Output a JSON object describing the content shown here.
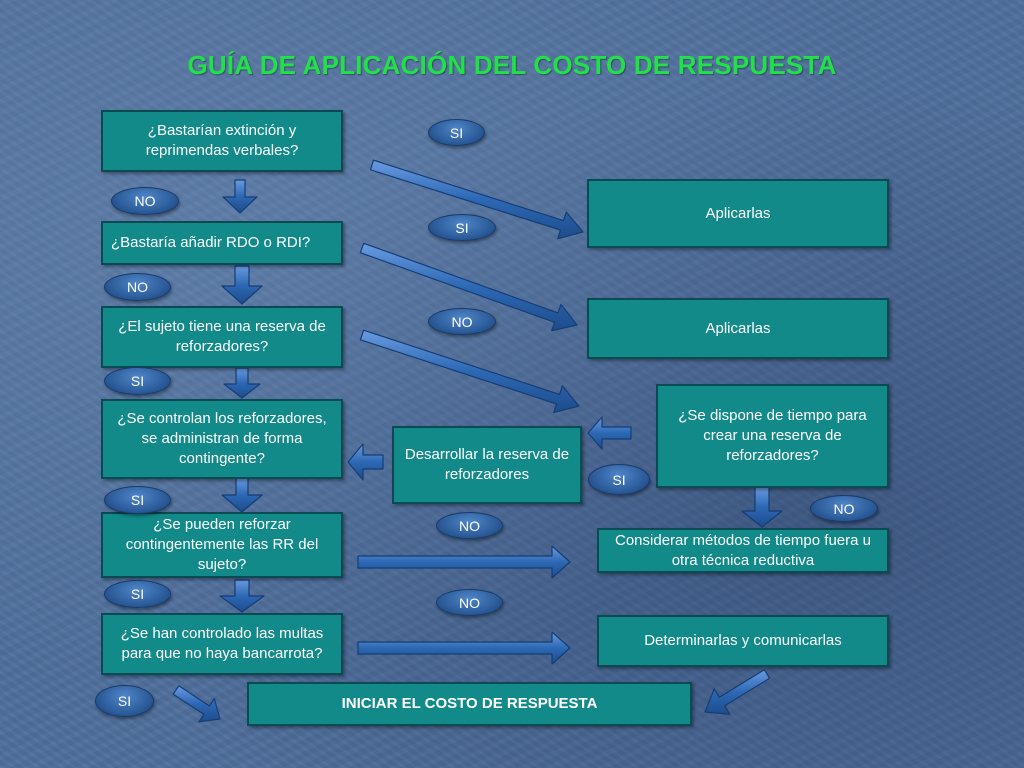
{
  "title": "GUÍA DE APLICACIÓN DEL COSTO DE RESPUESTA",
  "boxes": {
    "q1": "¿Bastarían  extinción y reprimendas verbales?",
    "q2": "¿Bastaría añadir RDO o RDI?",
    "q3": "¿El sujeto tiene una reserva de reforzadores?",
    "q4": "¿Se controlan los reforzadores,   se administran de forma contingente?",
    "q5": "¿Se pueden reforzar contingentemente las RR del sujeto?",
    "q6": "¿Se han controlado las multas para que no haya bancarrota?",
    "apply1": "Aplicarlas",
    "apply2": "Aplicarlas",
    "time_q": "¿Se dispone de tiempo para crear una reserva de reforzadores?",
    "develop": "Desarrollar la reserva de reforzadores",
    "timeout": "Considerar métodos de tiempo fuera u otra técnica reductiva",
    "fines": "Determinarlas y comunicarlas",
    "start": "INICIAR EL COSTO DE RESPUESTA"
  },
  "labels": {
    "si_1": "SI",
    "no_1": "NO",
    "si_2": "SI",
    "no_2": "NO",
    "no_3": "NO",
    "si_3": "SI",
    "si_4": "SI",
    "si_5": "SI",
    "no_4": "NO",
    "no_5": "NO",
    "si_6": "SI",
    "no_6": "NO",
    "si_7": "SI"
  },
  "colors": {
    "title": "#22e04a",
    "box_fill": "#138a8a",
    "box_border": "#0a4a52",
    "arrow_fill": "#2d68b4",
    "arrow_stroke": "#163d74",
    "pill_fill": "#3568aa"
  }
}
